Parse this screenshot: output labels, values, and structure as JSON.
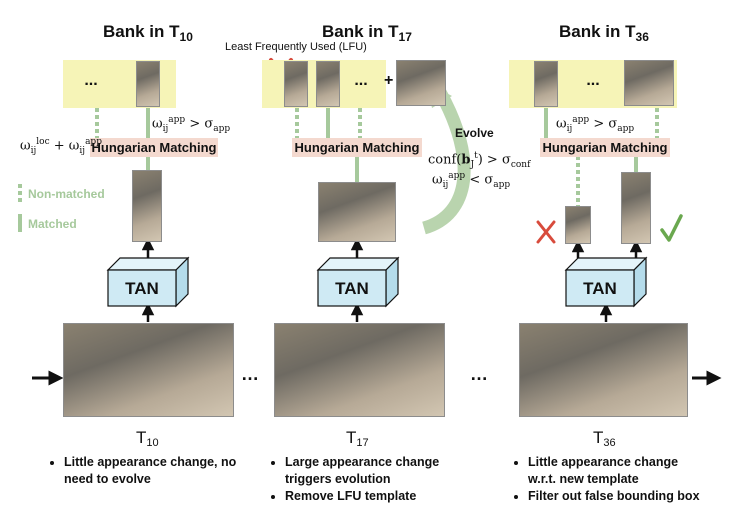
{
  "banks": [
    {
      "title": "Bank in T",
      "sub": "10"
    },
    {
      "title": "Bank in T",
      "sub": "17"
    },
    {
      "title": "Bank in T",
      "sub": "36"
    }
  ],
  "lfu_label": "Least Frequently Used (LFU)",
  "dots": "...",
  "plus": "+",
  "hungarian_label": "Hungarian Matching",
  "tan_label": "TAN",
  "evolve_label": "Evolve",
  "formulas": {
    "f1_left": "ω",
    "cond_app_gt": "> σ",
    "conf_gt": "> σ",
    "app_lt": "< σ"
  },
  "legend": {
    "non_matched": "Non-matched",
    "matched": "Matched"
  },
  "frames": [
    {
      "label": "T",
      "sub": "10"
    },
    {
      "label": "T",
      "sub": "17"
    },
    {
      "label": "T",
      "sub": "36"
    }
  ],
  "ellipsis": "…",
  "bullets": [
    [
      "Little appearance change, no need to evolve"
    ],
    [
      "Large appearance change triggers evolution",
      "Remove LFU template"
    ],
    [
      "Little appearance change w.r.t. new template",
      "Filter out false bounding box"
    ]
  ],
  "colors": {
    "bank": "#f6f4b7",
    "hungarian": "#f4d9cf",
    "tan": "#cfeaf4",
    "matched": "#a6c99c",
    "cross": "#d84b3c",
    "check": "#6aa84f"
  }
}
